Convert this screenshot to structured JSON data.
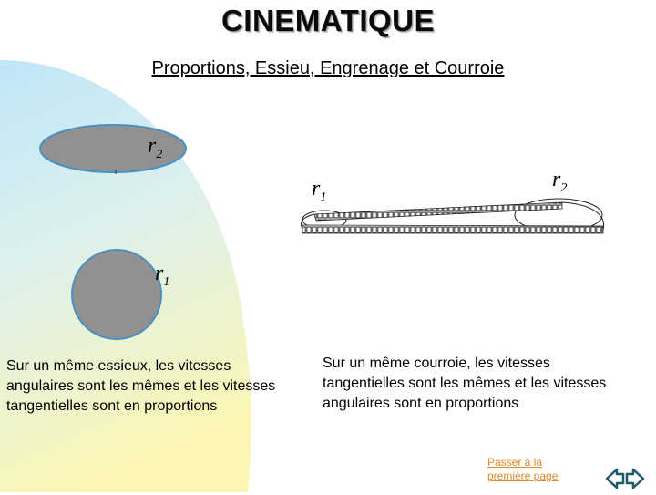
{
  "slide": {
    "title": "CINEMATIQUE",
    "subtitle": "Proportions, Essieu, Engrenage et Courroie"
  },
  "left_diagram": {
    "label_r2": "r",
    "label_r2_sub": "2",
    "label_r1": "r",
    "label_r1_sub": "1",
    "disk_color": "#919191",
    "disk_stroke": "#4a90c0"
  },
  "right_diagram": {
    "label_r1": "r",
    "label_r1_sub": "1",
    "label_r2": "r",
    "label_r2_sub": "2"
  },
  "text": {
    "left": "Sur un même essieux, les vitesses angulaires sont les mêmes et les vitesses tangentielles sont en proportions",
    "right": "Sur un même courroie, les vitesses tangentielles sont les mêmes et les vitesses angulaires sont en proportions"
  },
  "navigation": {
    "link_label": "Passer à la première page",
    "link_color": "#e08a2a",
    "arrows_icon": "left-right-arrows-icon"
  },
  "colors": {
    "blob_top": "#bfe6f7",
    "blob_bottom": "#fbf6b6"
  }
}
